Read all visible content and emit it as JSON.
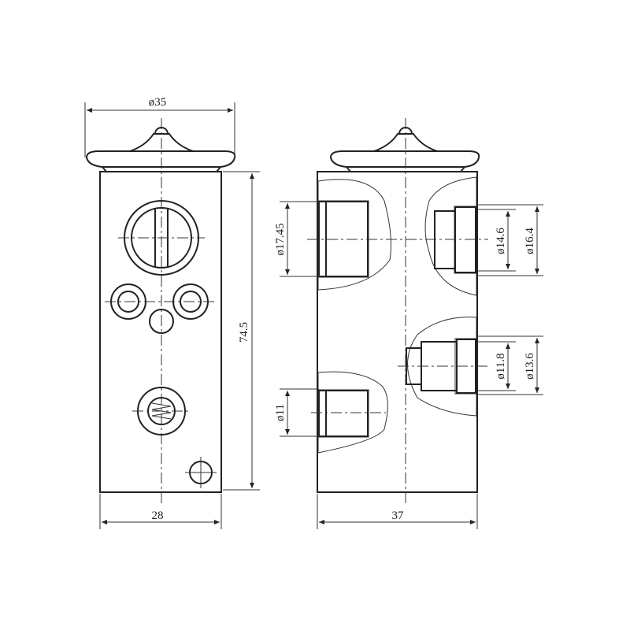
{
  "dimensions": {
    "cap_diameter": "ø35",
    "height": "74.5",
    "front_width": "28",
    "side_width": "37",
    "port_upper_left": "ø17.45",
    "port_upper_right_inner": "ø14.6",
    "port_upper_right_outer": "ø16.4",
    "port_lower_right_inner": "ø11.8",
    "port_lower_right_outer": "ø13.6",
    "port_lower_left": "ø11"
  },
  "colors": {
    "line": "#222222",
    "background": "#ffffff"
  }
}
